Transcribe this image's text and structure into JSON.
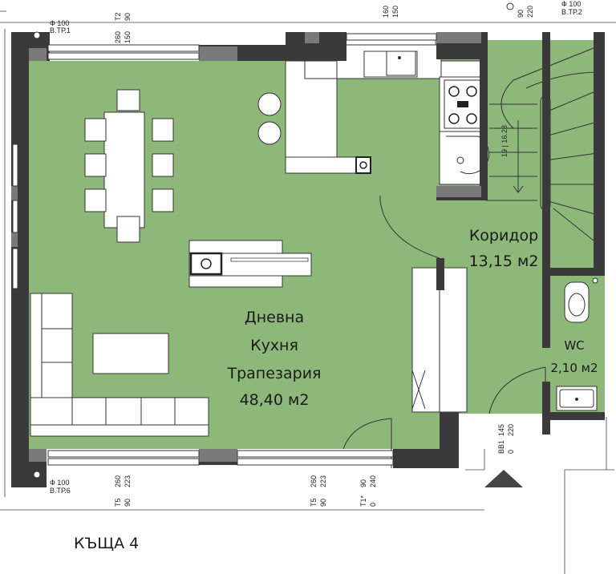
{
  "colors": {
    "floor": "#8db87a",
    "wall_dark": "#3a3a3a",
    "wall_gray": "#7a7a7a",
    "ink": "#1a1a1a"
  },
  "rooms": {
    "living": {
      "line1": "Дневна",
      "line2": "Кухня",
      "line3": "Трапезария",
      "area": "48,40 м2"
    },
    "corridor": {
      "name": "Коридор",
      "area": "13,15 м2"
    },
    "wc": {
      "name": "WC",
      "area": "2,10 м2"
    }
  },
  "stair_label": "19 | 16.28",
  "annotations": {
    "pipe_tl": {
      "d": "Ф 100",
      "name": "В.ТР.1"
    },
    "pipe_tr": {
      "d": "Ф 100",
      "name": "В.ТР.2"
    },
    "pipe_bl": {
      "d": "Ф 100",
      "name": "В.ТР.6"
    },
    "t2": {
      "a": "260",
      "b": "T2",
      "c": "150",
      "d": "90"
    },
    "t_top_mid": {
      "a": "160",
      "b": "150"
    },
    "t_top_right": {
      "a": "90",
      "b": "220"
    },
    "t5a": {
      "a": "T5",
      "b": "90",
      "c": "260",
      "d": "223"
    },
    "t5b": {
      "a": "T5",
      "b": "90",
      "c": "260",
      "d": "223"
    },
    "t1": {
      "a": "T1*",
      "b": "0",
      "c": "90",
      "d": "240"
    },
    "bb1": {
      "a": "BB1",
      "b": "0",
      "c": "145",
      "d": "220"
    }
  },
  "house_label": "КЪЩА 4"
}
